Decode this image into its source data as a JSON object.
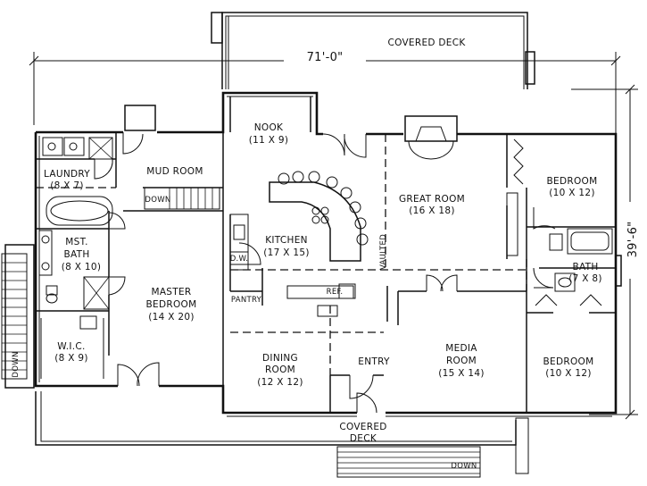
{
  "plan": {
    "overall_width": "71'-0\"",
    "overall_depth": "39'-6\"",
    "rooms": {
      "covered_deck_top": "COVERED DECK",
      "nook_name": "NOOK",
      "nook_size": "(11 X 9)",
      "laundry_name": "LAUNDRY",
      "laundry_size": "(8 X 7)",
      "mud_room": "MUD ROOM",
      "down_mud": "DOWN",
      "great_room_name": "GREAT ROOM",
      "great_room_size": "(16 X 18)",
      "bedroom1_name": "BEDROOM",
      "bedroom1_size": "(10 X 12)",
      "kitchen_name": "KITCHEN",
      "kitchen_size": "(17 X 15)",
      "dw": "D.W.",
      "vaulted": "VAULTED",
      "mst_bath_line1": "MST.",
      "mst_bath_line2": "BATH",
      "mst_bath_size": "(8 X 10)",
      "bath_name": "BATH",
      "bath_size": "(7 X 8)",
      "master_bedroom_line1": "MASTER",
      "master_bedroom_line2": "BEDROOM",
      "master_bedroom_size": "(14 X 20)",
      "pantry": "PANTRY",
      "ref": "REF.",
      "wic_name": "W.I.C.",
      "wic_size": "(8 X 9)",
      "dining_line1": "DINING",
      "dining_line2": "ROOM",
      "dining_size": "(12 X 12)",
      "entry": "ENTRY",
      "media_line1": "MEDIA",
      "media_line2": "ROOM",
      "media_size": "(15 X 14)",
      "bedroom2_name": "BEDROOM",
      "bedroom2_size": "(10 X 12)",
      "covered_deck_bottom_line1": "COVERED",
      "covered_deck_bottom_line2": "DECK",
      "down_left": "DOWN",
      "down_bottom": "DOWN"
    }
  }
}
